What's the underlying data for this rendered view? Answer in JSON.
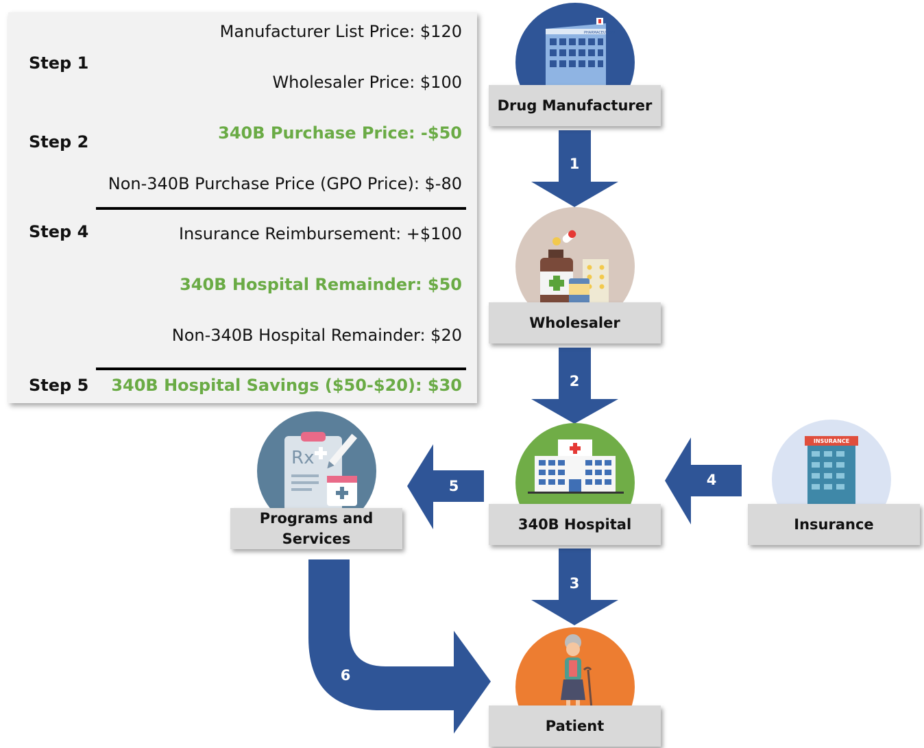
{
  "panel": {
    "steps": [
      "Step 1",
      "Step 2",
      "Step 4",
      "Step 5"
    ],
    "lines": [
      {
        "text": "Manufacturer  List Price:  $120",
        "highlight": false
      },
      {
        "text": "Wholesaler  Price:  $100",
        "highlight": false
      },
      {
        "text": "340B Purchase Price: -$50",
        "highlight": true
      },
      {
        "text": "Non-340B Purchase Price (GPO Price): $-80",
        "highlight": false
      },
      {
        "text": "Insurance  Reimbursement: +$100",
        "highlight": false
      },
      {
        "text": "340B Hospital Remainder: $50",
        "highlight": true
      },
      {
        "text": "Non-340B Hospital Remainder: $20",
        "highlight": false
      },
      {
        "text": "340B Hospital Savings ($50-$20): $30",
        "highlight": true
      }
    ]
  },
  "nodes": {
    "manufacturer": "Drug Manufacturer",
    "wholesaler": "Wholesaler",
    "hospital": "340B Hospital",
    "insurance": "Insurance",
    "programs_line1": "Programs and",
    "programs_line2": "Services",
    "patient": "Patient"
  },
  "icon_text": {
    "manufacturer_sign": "PHARMACEUTICAL",
    "insurance_sign": "INSURANCE",
    "rx": "Rx"
  },
  "arrows": [
    "1",
    "2",
    "3",
    "4",
    "5",
    "6"
  ],
  "colors": {
    "arrow": "#2f5597",
    "green_text": "#6aab45",
    "manufacturer_circle": "#2f5597",
    "wholesaler_circle": "#d8c8be",
    "hospital_circle": "#70ad47",
    "programs_circle": "#5b7f9a",
    "insurance_circle": "#dae3f3",
    "patient_circle": "#ed7d31",
    "label_box": "#d9d9d9"
  }
}
